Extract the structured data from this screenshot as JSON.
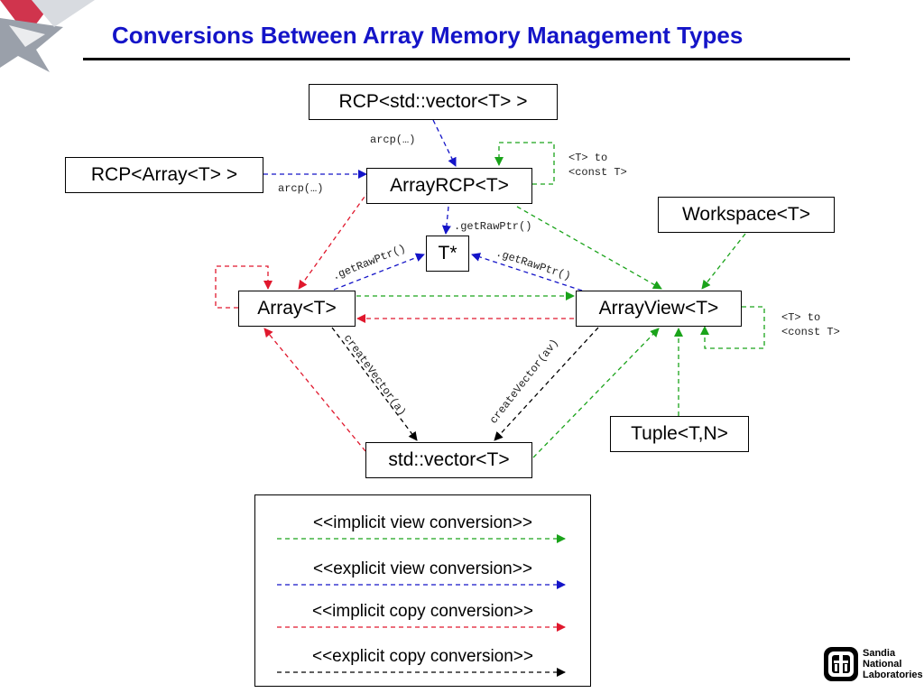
{
  "slide": {
    "title": "Conversions Between Array Memory Management Types"
  },
  "nodes": {
    "rcp_vector": "RCP<std::vector<T> >",
    "rcp_array": "RCP<Array<T> >",
    "array_rcp": "ArrayRCP<T>",
    "workspace": "Workspace<T>",
    "t_ptr": "T*",
    "array": "Array<T>",
    "array_view": "ArrayView<T>",
    "tuple": "Tuple<T,N>",
    "std_vector": "std::vector<T>"
  },
  "edge_labels": {
    "arcp_top": "arcp(…)",
    "arcp_left": "arcp(…)",
    "const_top_line1": "<T> to",
    "const_top_line2": "<const T>",
    "get_raw_ptr_top": ".getRawPtr()",
    "get_raw_ptr_left": ".getRawPtr()",
    "get_raw_ptr_right": ".getRawPtr()",
    "const_right_line1": "<T> to",
    "const_right_line2": "<const T>",
    "create_vector_a": "createVector(a)",
    "create_vector_av": "createVector(av)"
  },
  "legend": {
    "implicit_view": "<<implicit view conversion>>",
    "explicit_view": "<<explicit view conversion>>",
    "implicit_copy": "<<implicit copy conversion>>",
    "explicit_copy": "<<explicit copy conversion>>"
  },
  "logo": {
    "line1": "Sandia",
    "line2": "National",
    "line3": "Laboratories"
  },
  "colors": {
    "title": "#1414c8",
    "implicit_view": "#1aa31a",
    "explicit_view": "#1414c8",
    "implicit_copy": "#e0182d",
    "explicit_copy": "#000000"
  }
}
